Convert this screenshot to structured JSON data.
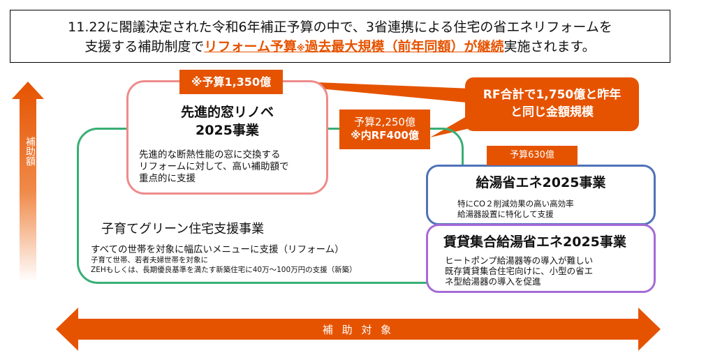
{
  "header": {
    "line1": "11.22に閣議決定された令和6年補正予算の中で、3省連携による住宅の省エネリフォームを",
    "line2_pre": "支援する補助制度で",
    "line2_hl_a": "リフォーム予算",
    "line2_hl_mark": "※",
    "line2_hl_b": "過去最大規模（前年同額）が継続",
    "line2_post": "実施されます。"
  },
  "axes": {
    "vertical": "補助額",
    "horizontal": "補 助 対 象"
  },
  "callout": {
    "line1": "RF合計で1,750億と昨年",
    "line2": "と同じ金額規模"
  },
  "window": {
    "budget": "※予算1,350億",
    "title1": "先進的窓リノベ",
    "title2": "2025事業",
    "desc": [
      "先進的な断熱性能の窓に交換する",
      "リフォームに対して、高い補助額で",
      "重点的に支援"
    ]
  },
  "green": {
    "budget1": "予算2,250億",
    "budget2": "※内RF400億",
    "title": "子育てグリーン住宅支援事業",
    "desc": "すべての世帯を対象に幅広いメニューに支援（リフォーム）",
    "small": [
      "子育て世帯、若者夫婦世帯を対象に",
      "ZEHもしくは、長期優良基準を満たす新築住宅に40万～100万円の支援（新築）"
    ]
  },
  "kyuto": {
    "budget": "予算630億",
    "title": "給湯省エネ2025事業",
    "desc": [
      "特にCO２削減効果の高い高効率",
      "給湯器設置に特化して支援"
    ]
  },
  "chintai": {
    "title": "賃貸集合給湯省エネ2025事業",
    "desc": [
      "ヒートポンプ給湯器等の導入が難しい",
      "既存賃貸集合住宅向けに、小型の省エ",
      "ネ型給湯器の導入を促進"
    ]
  },
  "colors": {
    "orange": "#e55300",
    "green": "#38ae74",
    "pink": "#ee8b8b",
    "blue": "#4f72b8",
    "purple": "#a56bd6"
  }
}
